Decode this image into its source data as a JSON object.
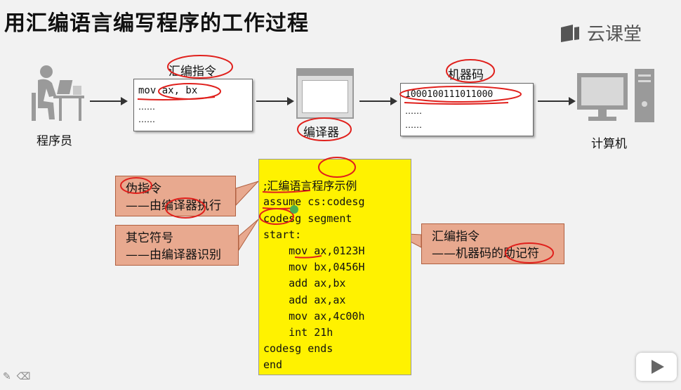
{
  "title": "用汇编语言编写程序的工作过程",
  "brand": {
    "name": "云课堂",
    "icon": "cloud-classroom-icon"
  },
  "flow": {
    "programmer_label": "程序员",
    "asm_instr_label": "汇编指令",
    "asm_code_line": "mov ax, bx",
    "asm_dots1": "……",
    "asm_dots2": "……",
    "compiler_label": "编译器",
    "machine_code_label": "机器码",
    "machine_code_line": "1000100111011000",
    "mc_dots1": "……",
    "mc_dots2": "……",
    "computer_label": "计算机"
  },
  "callouts": {
    "pseudo_title": "伪指令",
    "pseudo_desc": "——由编译器执行",
    "symbol_title": "其它符号",
    "symbol_desc": "——由编译器识别",
    "instr_title": "汇编指令",
    "instr_desc": "——机器码的助记符"
  },
  "code": {
    "comment": ";汇编语言程序示例",
    "lines": [
      "assume cs:codesg",
      "codesg segment",
      "start:",
      "    mov ax,0123H",
      "    mov bx,0456H",
      "    add ax,bx",
      "    add ax,ax",
      "",
      "    mov ax,4c00h",
      "    int 21h",
      "codesg ends",
      "end"
    ]
  },
  "colors": {
    "highlight": "#fff200",
    "callout": "#e8a98f",
    "ink": "#e0201c"
  }
}
